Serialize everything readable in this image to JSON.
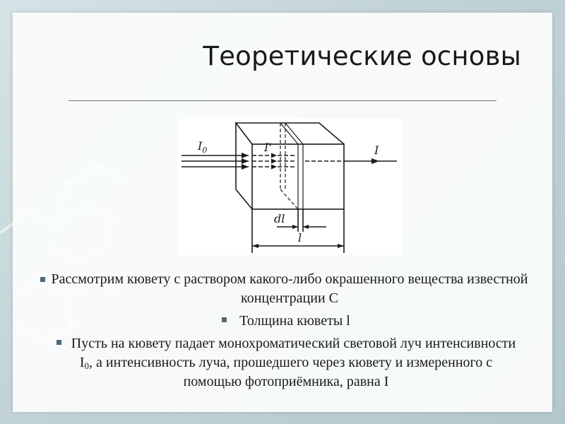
{
  "slide": {
    "title": "Теоретические основы",
    "figure": {
      "labels": {
        "incident": "I",
        "incident_sub": "0",
        "inner": "I'",
        "outgoing": "I",
        "layer": "dl",
        "length": "l"
      }
    },
    "bullets": [
      {
        "text": "Рассмотрим кювету с раствором какого-либо окрашенного вещества известной концентрации С"
      },
      {
        "text": "Толщина кюветы l"
      },
      {
        "text_before": "Пусть на кювету падает монохроматический световой луч интенсивности I",
        "sub": "0",
        "text_after": ", а интенсивность луча, прошедшего через кювету и измеренного с помощью фотоприёмника, равна I"
      }
    ],
    "colors": {
      "bullet": "#4a6a7a",
      "text": "#1a1a1a"
    }
  }
}
